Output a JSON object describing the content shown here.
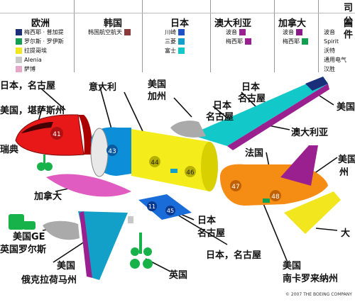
{
  "header": {
    "corner_title": "司公件"
  },
  "legend": [
    {
      "country": "欧洲",
      "items": [
        {
          "color": "#1a2e7a",
          "text": "梅西耶 · 普加提"
        },
        {
          "color": "#12a050",
          "text": "罗尔斯 · 罗伊斯"
        },
        {
          "color": "#f2e61e",
          "text": "拉提哥埃"
        },
        {
          "color": "#c8c8c8",
          "text": "Alenia"
        },
        {
          "color": "#e6a8c8",
          "text": "萨博"
        }
      ]
    },
    {
      "country": "韩国",
      "items": [
        {
          "color": "#8b3a3a",
          "text": "韩国航空航天"
        }
      ]
    },
    {
      "country": "日本",
      "items": [
        {
          "color": "#2050c8",
          "text": "川崎"
        },
        {
          "color": "#12a0c8",
          "text": "三菱"
        },
        {
          "color": "#12c8c8",
          "text": "富士"
        }
      ]
    },
    {
      "country": "澳大利亚",
      "items": [
        {
          "color": "#9a2090",
          "text": "波音"
        },
        {
          "color": "#9a2090",
          "text": "梅西耶"
        }
      ]
    },
    {
      "country": "加拿大",
      "items": [
        {
          "color": "#8a1a8a",
          "text": "波音"
        },
        {
          "color": "#12a050",
          "text": "梅西耶"
        }
      ]
    },
    {
      "country": "国",
      "items": [
        {
          "color": "#ffffff",
          "text": "波音"
        },
        {
          "color": "#ffffff",
          "text": "Spirit"
        },
        {
          "color": "#ffffff",
          "text": "沃特"
        },
        {
          "color": "#ffffff",
          "text": "通用电气"
        },
        {
          "color": "#ffffff",
          "text": "汉胜"
        }
      ]
    }
  ],
  "labels": {
    "japan_nagoya_top": "日本，名古屋",
    "usa_wichita": "美国，堪萨斯州",
    "sweden": "瑞典",
    "italy": "意大利",
    "usa_charleston_top": "美国",
    "usa_charleston_top2": "加州",
    "japan_nagoya_wing": "日本",
    "japan_nagoya_wing2": "名古屋",
    "japan_nagoya_wing3": "日本",
    "japan_nagoya_wing4": "名古屋",
    "usa_right_top": "美国",
    "australia": "澳大利亚",
    "france": "法国",
    "usa_right_mid": "美国",
    "usa_right_mid2": "州",
    "canada": "加拿大",
    "japan_nagoya_center": "日本",
    "japan_nagoya_center2": "名古屋",
    "uk_ge": "美国GE",
    "uk_rr": "英国罗尔斯",
    "japan_nagoya_bottom": "日本，名古屋",
    "usa_oklahoma": "美国",
    "usa_oklahoma2": "俄克拉荷马州",
    "uk": "英国",
    "usa_sc": "美国",
    "usa_sc2": "南卡罗来纳州",
    "usa_right_bottom": "大",
    "copyright": "© 2007 THE BOEING COMPANY"
  },
  "section_numbers": [
    "41",
    "43",
    "44",
    "46",
    "47",
    "48",
    "11",
    "45"
  ]
}
